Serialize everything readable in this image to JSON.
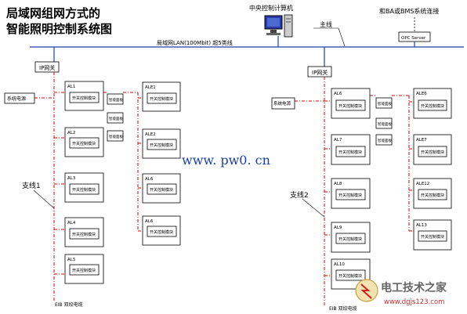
{
  "title_line1": "局域网组网方式的",
  "title_line2": "智能照明控制系统图",
  "central_computer": "中央控制计算机",
  "bms_label": "和BA或BMS系统连接",
  "opc_server": "OPC Server",
  "main_line": "主线",
  "lan_label": "局域网LAN(100Mbit) 超5类线",
  "ip_gateway": "IP网关",
  "power_source": "系统电源",
  "relay_module": "开关控制模块",
  "smart_panel": "智能面板",
  "left_boxes": [
    "AL1",
    "AL2",
    "AL3",
    "AL4",
    "AL5"
  ],
  "left_right_boxes": [
    "ALE1",
    "ALE2",
    "AL6",
    "AL6"
  ],
  "right_boxes": [
    "AL6",
    "AL7",
    "AL8",
    "AL9",
    "AL10"
  ],
  "right_right_boxes": [
    "ALE6",
    "ALE7",
    "ALE12",
    "AL13"
  ],
  "branch1": "支线1",
  "branch2": "支线2",
  "eib_left": "EIB 双绞电缆",
  "eib_right": "EIB 双绞电缆",
  "watermark_url": "www. pw0. cn",
  "logo_text": "电工技术之家",
  "logo_url": "www.dgjs123.com"
}
